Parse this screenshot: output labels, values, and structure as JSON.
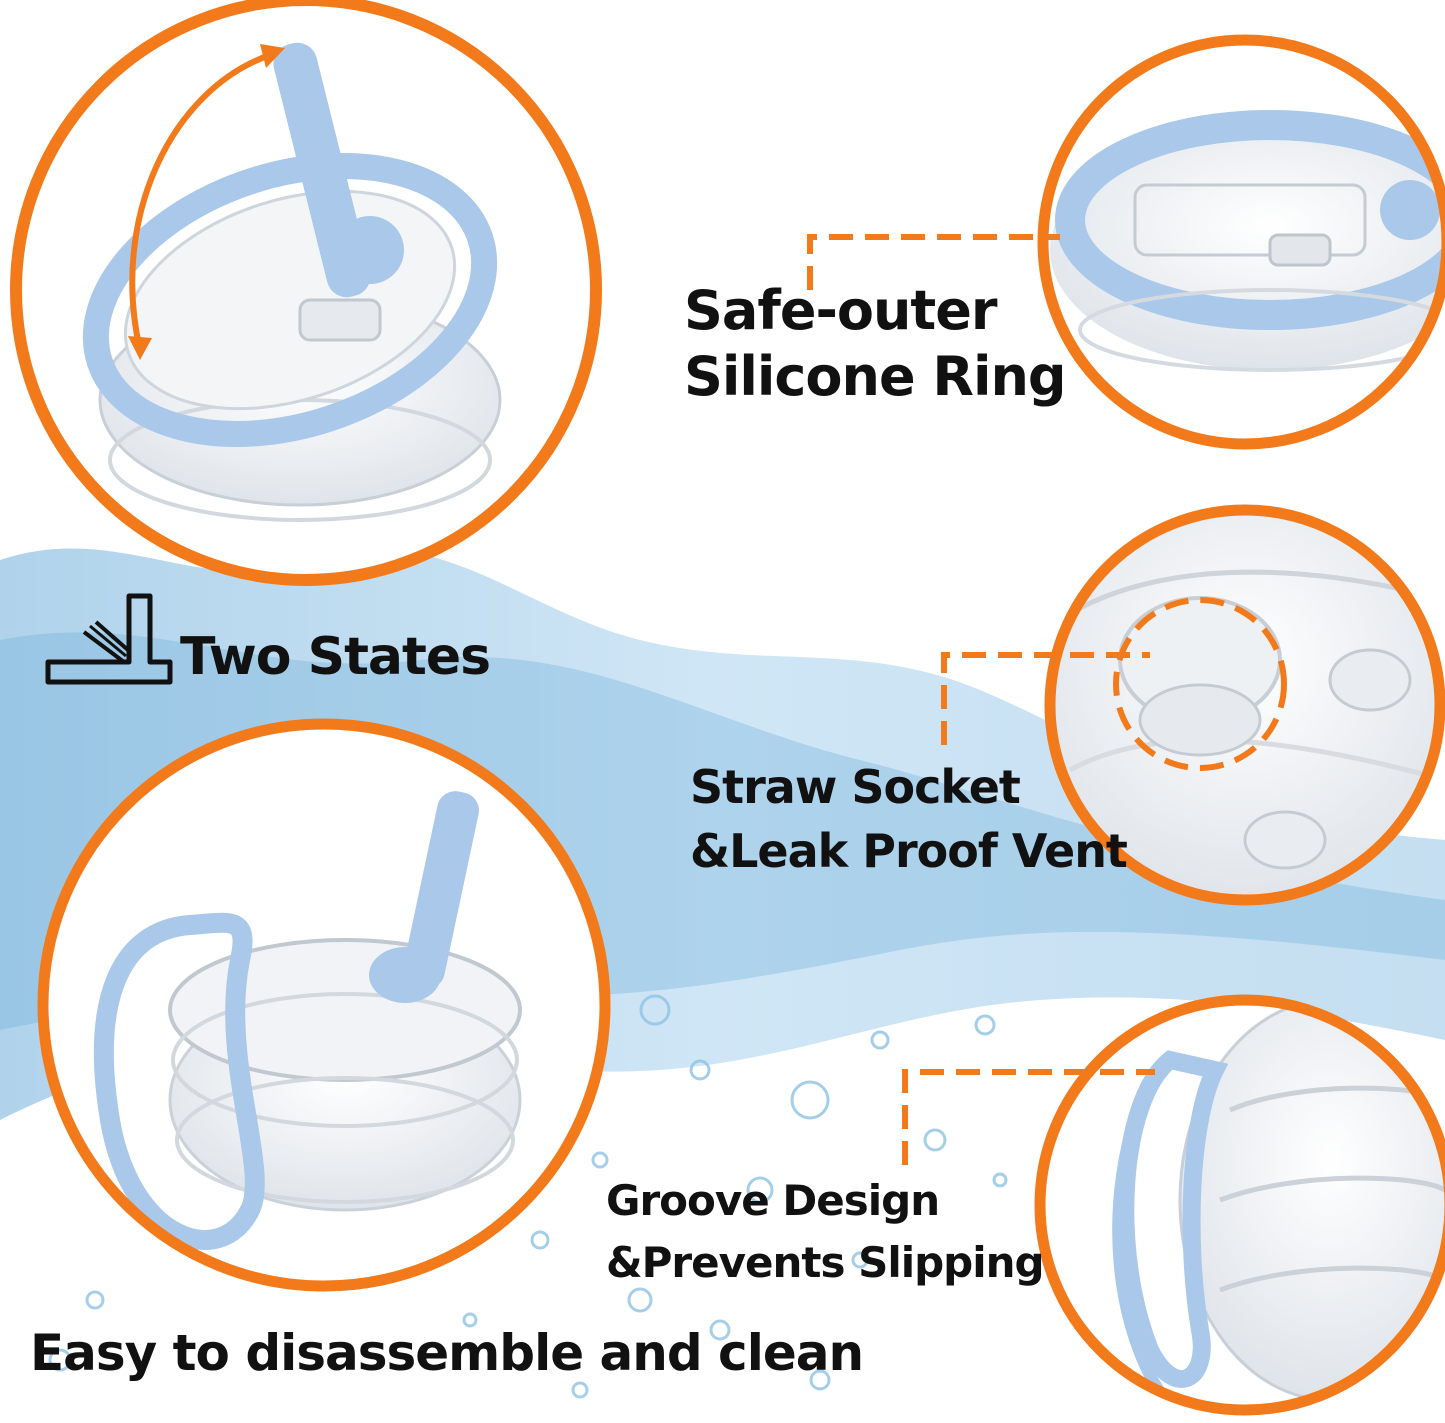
{
  "colors": {
    "accent_orange": "#F27A1A",
    "silicone_blue": "#A9C8EA",
    "text": "#111111",
    "water": "#8FC3E3"
  },
  "callouts": {
    "silicone_ring": {
      "line1": "Safe-outer",
      "line2": "Silicone Ring"
    },
    "straw_socket": {
      "line1": "Straw Socket",
      "line2": "&Leak Proof Vent"
    },
    "groove": {
      "line1": "Groove Design",
      "line2": "&Prevents Slipping"
    }
  },
  "two_states": {
    "label": "Two States",
    "icon": "straw-toggle-icon"
  },
  "clean_caption": "Easy to disassemble and clean"
}
